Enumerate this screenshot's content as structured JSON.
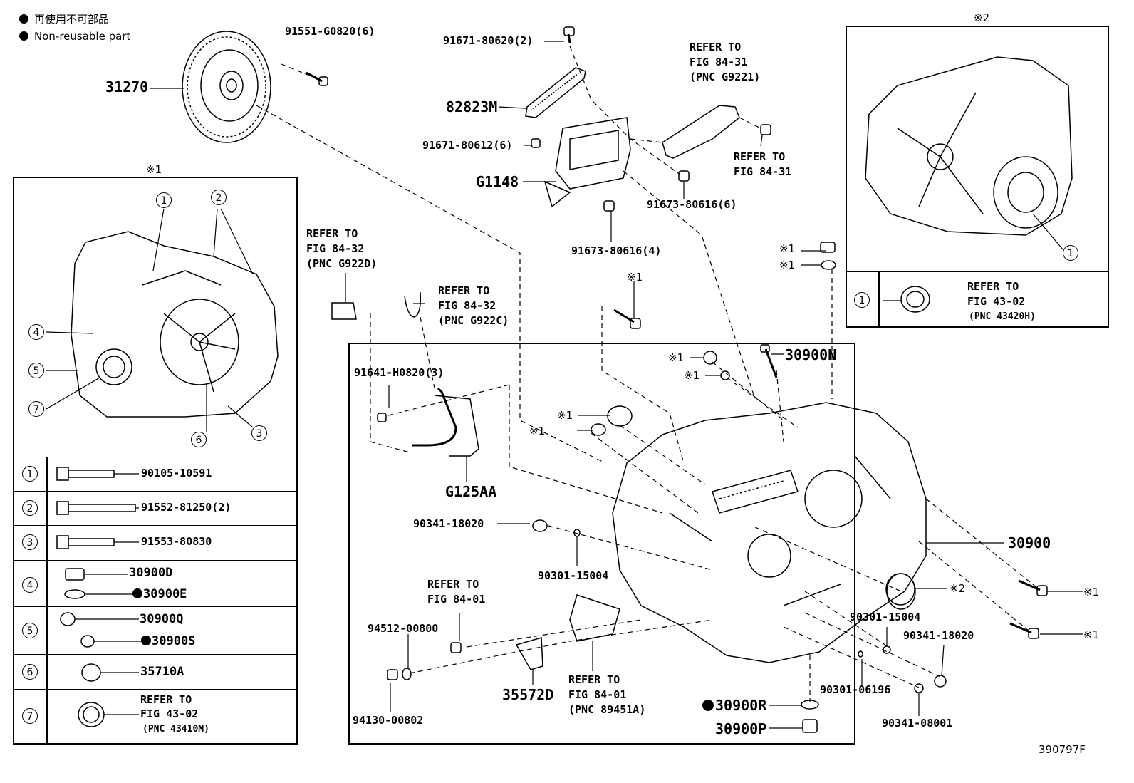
{
  "legend": {
    "jp": "再使用不可部品",
    "en": "Non-reusable part"
  },
  "figure_code": "390797F",
  "notes": {
    "inset1_mark": "※1",
    "inset2_mark": "※2"
  },
  "parts": {
    "p31270": "31270",
    "p91551": "91551-G0820(6)",
    "p91671_620": "91671-80620(2)",
    "p82823M": "82823M",
    "p91671_612": "91671-80612(6)",
    "pG1148": "G1148",
    "p91673_616_6": "91673-80616(6)",
    "p91673_616_4": "91673-80616(4)",
    "p30900N": "30900N",
    "p91641": "91641-H0820(3)",
    "pG125AA": "G125AA",
    "p90341_18020a": "90341-18020",
    "p90301_15004a": "90301-15004",
    "p30900": "30900",
    "p90301_15004b": "90301-15004",
    "p90341_18020b": "90341-18020",
    "p94512": "94512-00800",
    "p94130": "94130-00802",
    "p35572D": "35572D",
    "p30900R": "30900R",
    "p30900P": "30900P",
    "p90301_06196": "90301-06196",
    "p90341_08001": "90341-08001"
  },
  "refs": {
    "r1": "REFER TO\nFIG 84-31\n(PNC G9221)",
    "r2": "REFER TO\nFIG 84-31",
    "r3": "REFER TO\nFIG 84-32\n(PNC G922D)",
    "r4": "REFER TO\nFIG 84-32\n(PNC G922C)",
    "r5": "REFER TO\nFIG 84-01",
    "r6": "REFER TO\nFIG 84-01\n(PNC 89451A)",
    "r7": "REFER TO\nFIG 43-02",
    "r7pnc": "(PNC 43420H)"
  },
  "table1": {
    "rows": [
      {
        "num": "1",
        "parts": [
          "90105-10591"
        ]
      },
      {
        "num": "2",
        "parts": [
          "91552-81250(2)"
        ]
      },
      {
        "num": "3",
        "parts": [
          "91553-80830"
        ]
      },
      {
        "num": "4",
        "parts": [
          "30900D",
          "30900E"
        ]
      },
      {
        "num": "5",
        "parts": [
          "30900Q",
          "30900S"
        ]
      },
      {
        "num": "6",
        "parts": [
          "35710A"
        ]
      },
      {
        "num": "7",
        "parts": [
          "REFER TO",
          "FIG 43-02",
          "(PNC 43410M)"
        ]
      }
    ]
  },
  "callouts": {
    "c1": "1",
    "c2": "2",
    "c3": "3",
    "c4": "4",
    "c5": "5",
    "c6": "6",
    "c7": "7",
    "c_in2": "1"
  },
  "marks": {
    "m_a": "※1",
    "m_b": "※1",
    "m_c": "※1",
    "m_d": "※1",
    "m_e": "※1",
    "m_f": "※1",
    "m_g": "※1",
    "m_h": "※2",
    "m_i": "※1",
    "m_j": "※1"
  }
}
